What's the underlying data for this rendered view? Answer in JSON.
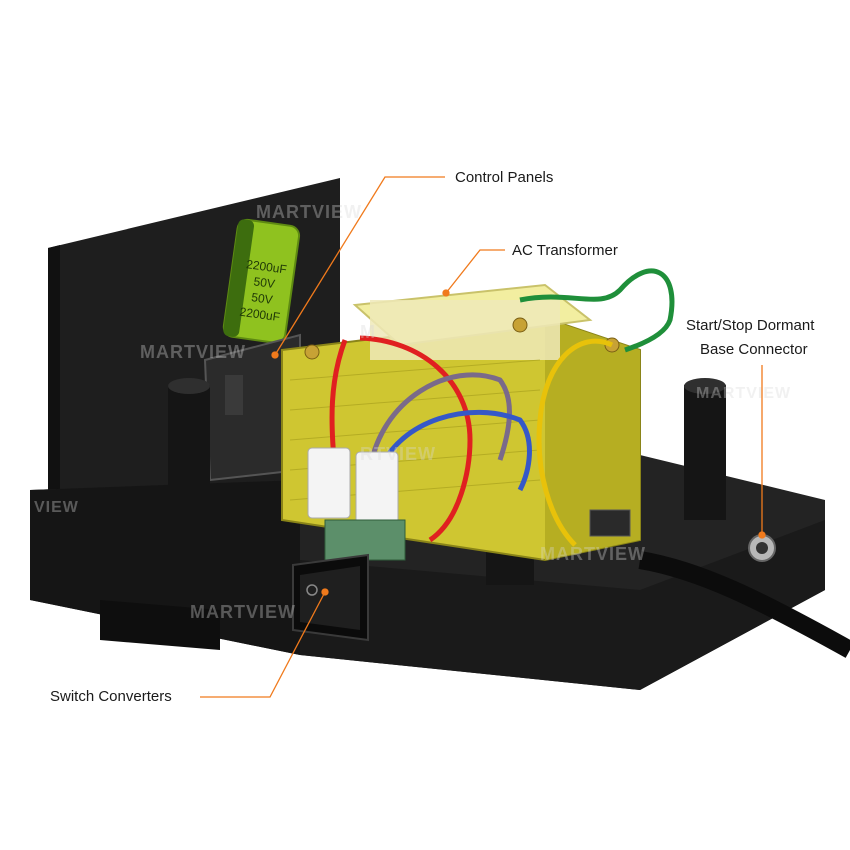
{
  "callouts": {
    "control_panels": "Control Panels",
    "ac_transformer": "AC Transformer",
    "start_stop_line1": "Start/Stop Dormant",
    "start_stop_line2": "Base Connector",
    "switch_converters": "Switch Converters"
  },
  "capacitor": {
    "line1": "2200uF",
    "line2": "50V",
    "line3": "50V",
    "line4": "2200uF"
  },
  "watermark": {
    "text": "MARTVIEW",
    "fragment_view": "VIEW",
    "fragment_rtview": "RTVIEW",
    "fragment_m": "M"
  },
  "colors": {
    "accent_orange": "#f07a1c",
    "housing": "#1b1b1b",
    "transformer": "#d8d23a",
    "wire_red": "#e02020",
    "wire_blue": "#3558c8",
    "wire_yellow": "#e8c20a",
    "wire_green": "#1f8f3a",
    "capacitor": "#8fc21f"
  }
}
